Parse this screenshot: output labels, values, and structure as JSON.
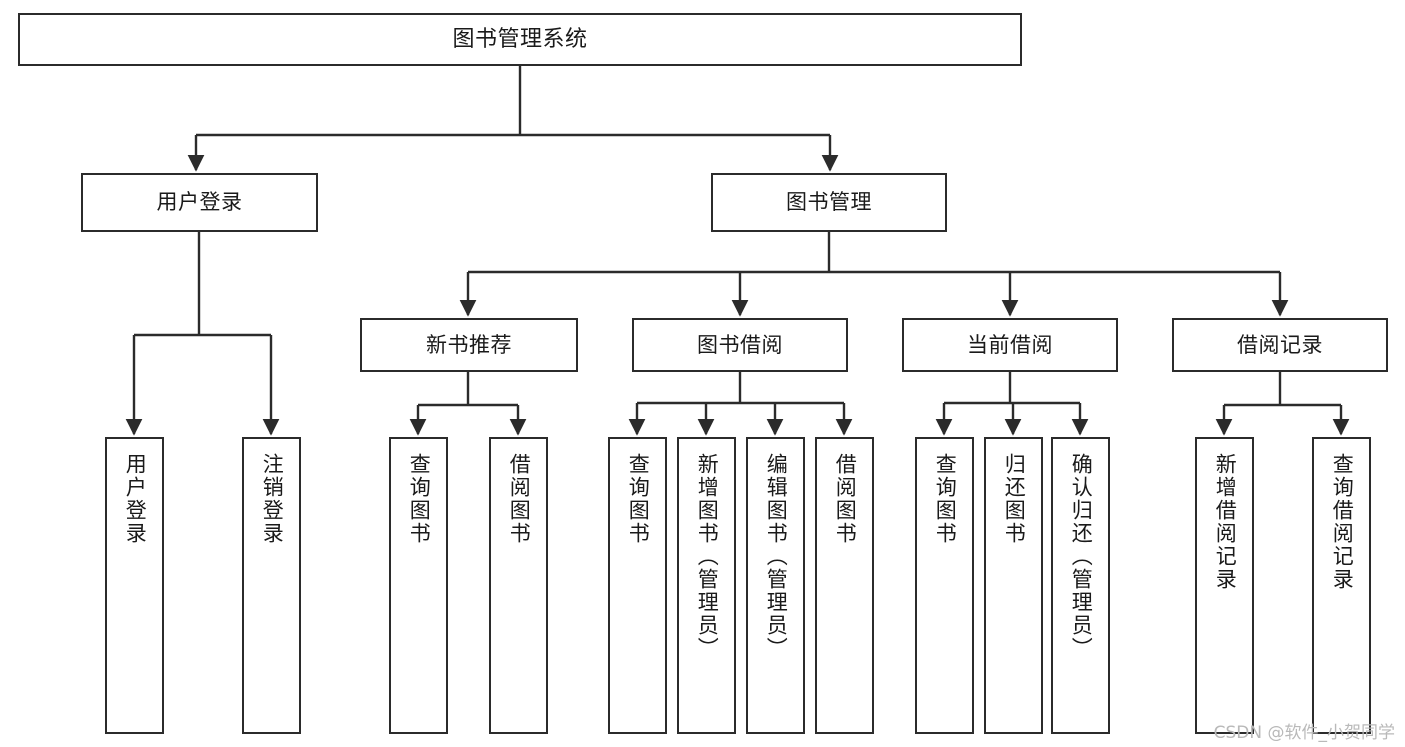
{
  "diagram": {
    "title": "图书管理系统",
    "type": "tree-hierarchy",
    "watermark": "CSDN @软件_小贺同学",
    "colors": {
      "background": "#ffffff",
      "box_border": "#2b2b2b",
      "box_fill": "#ffffff",
      "text": "#1a1a1a",
      "edge": "#2b2b2b",
      "watermark": "#b9b9b9"
    }
  },
  "nodes": {
    "root": {
      "label": "图书管理系统"
    },
    "level2": [
      {
        "id": "user-login",
        "label": "用户登录"
      },
      {
        "id": "book-manage",
        "label": "图书管理"
      }
    ],
    "level3": [
      {
        "id": "new-book-rec",
        "label": "新书推荐"
      },
      {
        "id": "book-borrow",
        "label": "图书借阅"
      },
      {
        "id": "current-borrow",
        "label": "当前借阅"
      },
      {
        "id": "borrow-record",
        "label": "借阅记录"
      }
    ],
    "leaves": {
      "user_login": [
        {
          "id": "leaf-user-login",
          "label": "用户登录"
        },
        {
          "id": "leaf-logout",
          "label": "注销登录"
        }
      ],
      "new_book_rec": [
        {
          "id": "leaf-query-book-1",
          "label": "查询图书"
        },
        {
          "id": "leaf-borrow-book-1",
          "label": "借阅图书"
        }
      ],
      "book_borrow": [
        {
          "id": "leaf-query-book-2",
          "label": "查询图书"
        },
        {
          "id": "leaf-add-book",
          "label": "新增图书（管理员）"
        },
        {
          "id": "leaf-edit-book",
          "label": "编辑图书（管理员）"
        },
        {
          "id": "leaf-borrow-book-2",
          "label": "借阅图书"
        }
      ],
      "current_borrow": [
        {
          "id": "leaf-query-book-3",
          "label": "查询图书"
        },
        {
          "id": "leaf-return-book",
          "label": "归还图书"
        },
        {
          "id": "leaf-confirm-return",
          "label": "确认归还（管理员）"
        }
      ],
      "borrow_record": [
        {
          "id": "leaf-add-record",
          "label": "新增借阅记录"
        },
        {
          "id": "leaf-query-record",
          "label": "查询借阅记录"
        }
      ]
    }
  }
}
